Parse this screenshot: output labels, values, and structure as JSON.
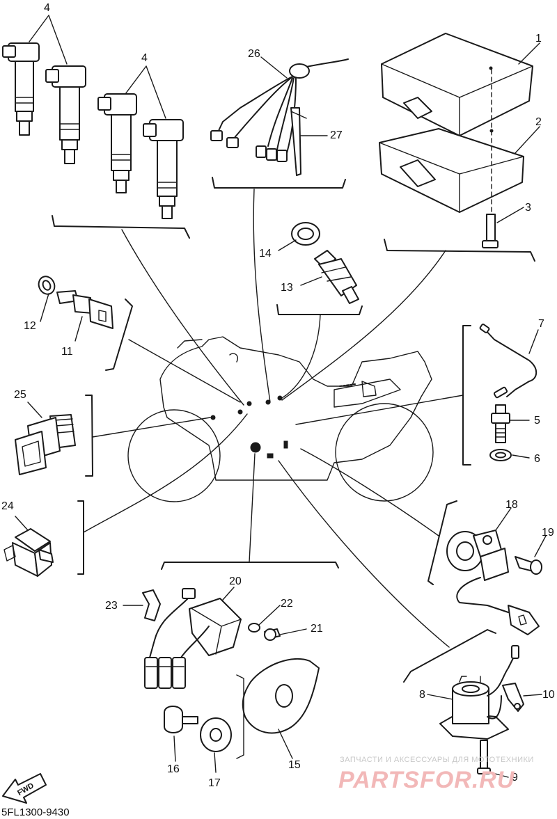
{
  "diagram_code": "5FL1300-9430",
  "direction_badge": "FWD",
  "watermark": {
    "caption": "ЗАПЧАСТИ И АКСЕССУАРЫ ДЛЯ МОТОТЕХНИКИ",
    "brand": "PARTSFOR.RU"
  },
  "callouts": {
    "c1": "1",
    "c2": "2",
    "c3": "3",
    "c4a": "4",
    "c4b": "4",
    "c5": "5",
    "c6": "6",
    "c7": "7",
    "c8": "8",
    "c9": "9",
    "c10": "10",
    "c11": "11",
    "c12": "12",
    "c13": "13",
    "c14": "14",
    "c15": "15",
    "c16": "16",
    "c17": "17",
    "c18": "18",
    "c19": "19",
    "c20": "20",
    "c21": "21",
    "c22": "22",
    "c23": "23",
    "c24": "24",
    "c25": "25",
    "c26": "26",
    "c27": "27"
  }
}
